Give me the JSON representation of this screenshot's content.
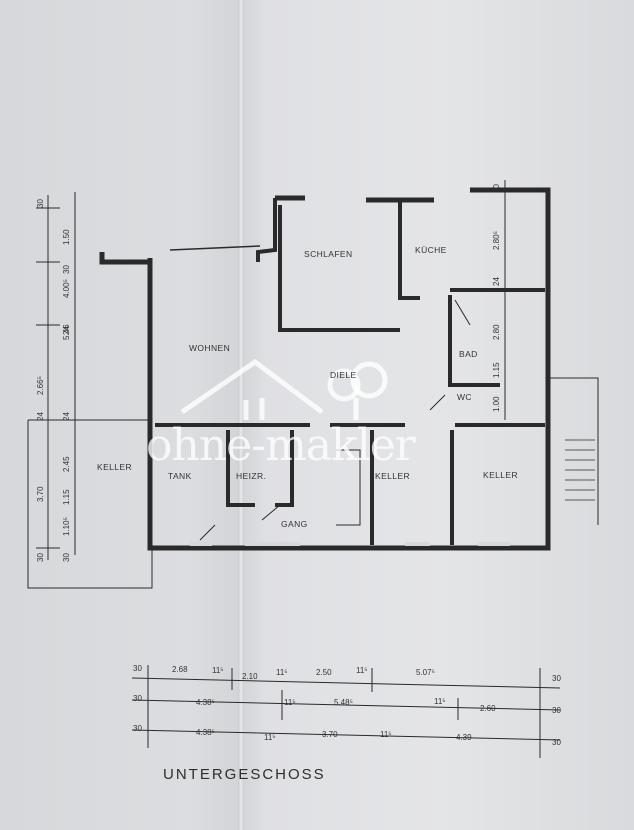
{
  "rooms": {
    "schlafen": "SCHLAFEN",
    "kueche": "KÜCHE",
    "wohnen": "WOHNEN",
    "diele": "DIELE",
    "bad": "BAD",
    "wc": "WC",
    "keller_left": "KELLER",
    "tank": "TANK",
    "heizr": "HEIZR.",
    "keller_mid": "KELLER",
    "keller_right": "KELLER",
    "gang": "GANG"
  },
  "left_dims": [
    "30",
    "1.50",
    "30",
    "4.00⁵",
    "24",
    "5.46",
    "2.66⁵",
    "24",
    "24",
    "2.45",
    "3.70",
    "1.15",
    "1.10⁵",
    "30",
    "30"
  ],
  "right_dims": [
    "30",
    "2.80⁵",
    "24",
    "2.80",
    "1.15",
    "1.00"
  ],
  "bottom_row1": [
    "30",
    "2.68",
    "11⁵",
    "2.10",
    "11⁵",
    "2.50",
    "11⁵",
    "5.07⁵",
    "30"
  ],
  "bottom_row2": [
    "30",
    "4.38⁵",
    "11⁵",
    "5.48⁵",
    "11⁵",
    "2.60",
    "30"
  ],
  "bottom_row3": [
    "30",
    "4.38⁵",
    "11⁵",
    "3.70",
    "11⁵",
    "4.39",
    "30"
  ],
  "title": "UNTERGESCHOSS",
  "watermark": "ohne-makler"
}
